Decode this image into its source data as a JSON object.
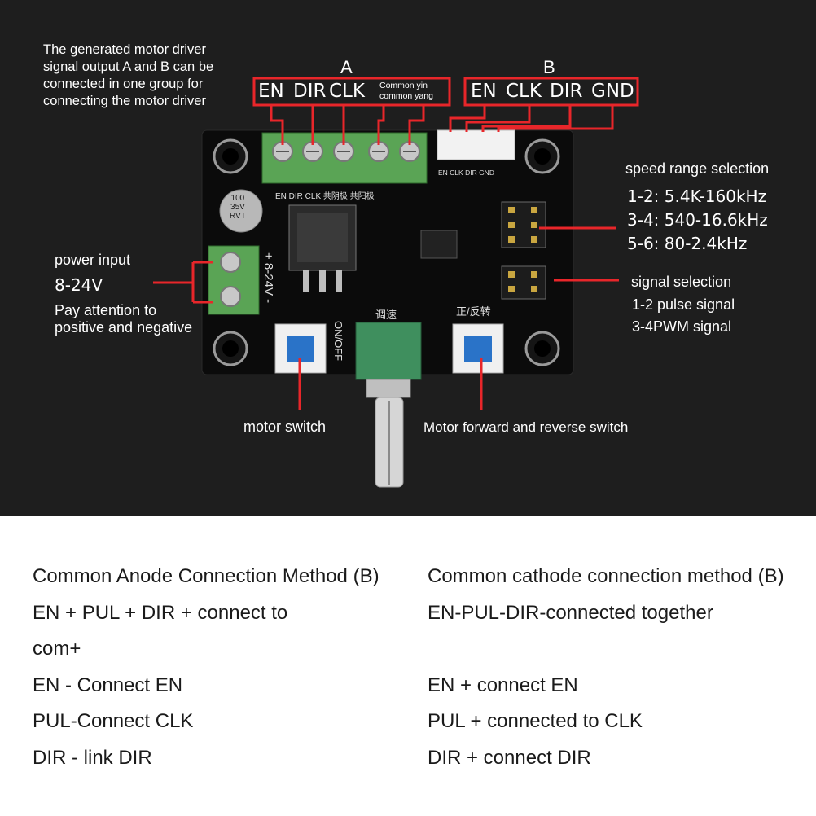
{
  "photo": {
    "driver_note": [
      "The generated motor driver",
      "signal output A and B can be",
      "connected in one group for",
      "connecting the motor driver"
    ],
    "group_a": {
      "title": "A",
      "pins": [
        "EN",
        "DIR",
        "CLK"
      ],
      "common_note": [
        "Common yin",
        "common yang"
      ]
    },
    "group_b": {
      "title": "B",
      "pins": [
        "EN",
        "CLK",
        "DIR",
        "GND"
      ]
    },
    "speed_range": {
      "title": "speed range selection",
      "items": [
        "1-2: 5.4K-160kHz",
        "3-4: 540-16.6kHz",
        "5-6: 80-2.4kHz"
      ]
    },
    "signal_selection": {
      "title": "signal selection",
      "items": [
        "1-2 pulse signal",
        "3-4PWM signal"
      ]
    },
    "power": {
      "title": "power input",
      "voltage": "8-24V",
      "note": [
        "Pay attention to",
        "positive and negative"
      ]
    },
    "motor_switch": "motor switch",
    "direction_switch": "Motor forward and reverse switch",
    "board_silkscreen": {
      "terminal_labels": "EN  DIR  CLK  共阴极  共阳极",
      "header_labels": "EN CLK DIR GND",
      "on_off": "ON/OFF",
      "speed": "调速",
      "forward_reverse": "正/反转",
      "power_marking": "+ 8-24V -",
      "cap_marking": [
        "100",
        "35V",
        "RVT"
      ]
    },
    "accent_color": "#e8262a"
  },
  "methods": {
    "anode": {
      "heading": "Common Anode Connection Method (B)",
      "lines": [
        "EN + PUL + DIR + connect to",
        "com+",
        "EN - Connect EN",
        "PUL-Connect CLK",
        "DIR - link DIR"
      ]
    },
    "cathode": {
      "heading": "Common cathode connection method (B)",
      "lines": [
        "EN-PUL-DIR-connected together",
        "",
        "EN + connect EN",
        "PUL + connected to CLK",
        "DIR + connect DIR"
      ]
    }
  }
}
